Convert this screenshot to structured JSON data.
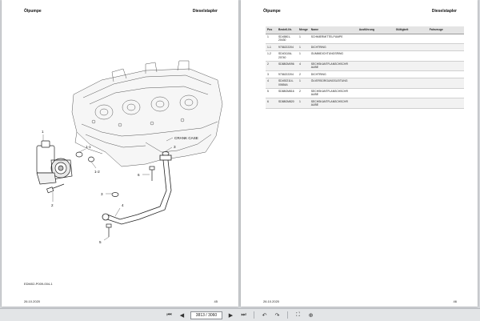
{
  "left_page": {
    "title": "Ölpumpe",
    "subtitle": "Dieselstapler",
    "caption": "EDM02-P009-004-1",
    "date": "26.10.2020",
    "page_number": "45",
    "callouts": [
      "1",
      "1-1",
      "1-2",
      "2",
      "3",
      "3",
      "4",
      "5",
      "6"
    ],
    "crank_case_label": "CRANK CASE"
  },
  "right_page": {
    "title": "Ölpumpe",
    "subtitle": "Dieselstapler",
    "date": "26.10.2020",
    "page_number": "46",
    "table": {
      "headers": [
        "Pos",
        "Bestell-Nr.",
        "Menge",
        "Name",
        "Ausführung",
        "Gültigkeit",
        "Fahrzeuge"
      ],
      "rows": [
        {
          "pos": "1",
          "nr": "SD45801-\n20430",
          "qty": "1",
          "name": "SCHMIERMITTELPUMPE"
        },
        {
          "pos": "1-1",
          "nr": "9736222204",
          "qty": "1",
          "name": "DICHTRING"
        },
        {
          "pos": "1-2",
          "nr": "SD40110A-\n20740",
          "qty": "1",
          "name": "GUMMIDICHTUNGSRING"
        },
        {
          "pos": "2",
          "nr": "SD88GM096",
          "qty": "4",
          "name": "SECHSKANTFLANSCHSCHR\nAUBE"
        },
        {
          "pos": "3",
          "nr": "9736222204",
          "qty": "2",
          "name": "DICHTRING"
        },
        {
          "pos": "4",
          "nr": "SD4922114-\n00654A",
          "qty": "1",
          "name": "ÖLVERSORGUNGSLEITUNG"
        },
        {
          "pos": "5",
          "nr": "SD88GM816",
          "qty": "2",
          "name": "SECHSKANTFLANSCHSCHR\nAUBE"
        },
        {
          "pos": "6",
          "nr": "SD88GM820",
          "qty": "1",
          "name": "SECHSKANTFLANSCHSCHR\nAUBE"
        }
      ]
    }
  },
  "toolbar": {
    "page_indicator": "3813 / 3060",
    "icons": [
      "first-page-icon",
      "prev-page-icon",
      "next-page-icon",
      "last-page-icon",
      "back-icon",
      "forward-icon",
      "fit-icon",
      "zoom-in-icon"
    ]
  },
  "colors": {
    "page": "#ffffff",
    "background": "#d4d7da",
    "toolbar": "#e3e5e7",
    "table_header": "#e4e4e4"
  }
}
